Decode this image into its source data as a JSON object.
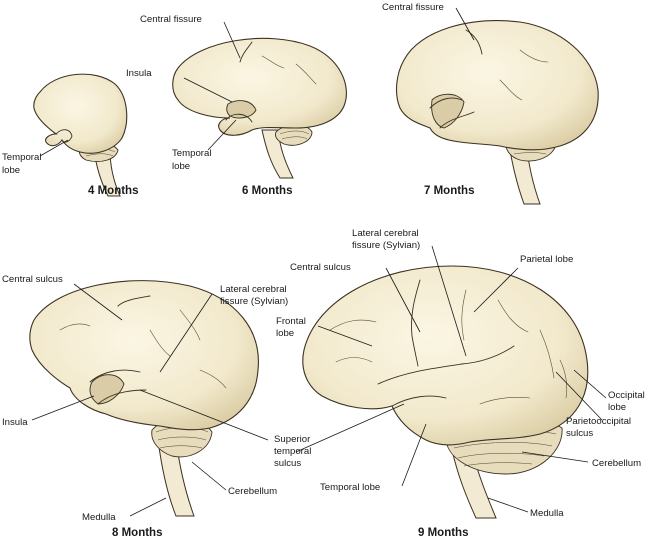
{
  "captions": {
    "m4": "4 Months",
    "m6": "6 Months",
    "m7": "7 Months",
    "m8": "8 Months",
    "m9": "9 Months"
  },
  "labels": {
    "m4_temporal_1": "Temporal",
    "m4_temporal_2": "lobe",
    "m6_central_fissure": "Central fissure",
    "m6_insula": "Insula",
    "m6_temporal_1": "Temporal",
    "m6_temporal_2": "lobe",
    "m7_central_fissure": "Central fissure",
    "m8_central_sulcus": "Central sulcus",
    "m8_lateral_1": "Lateral cerebral",
    "m8_lateral_2": "fissure (Sylvian)",
    "m8_insula": "Insula",
    "m8_medulla": "Medulla",
    "m8_cerebellum": "Cerebellum",
    "m9_lateral_1": "Lateral cerebral",
    "m9_lateral_2": "fissure (Sylvian)",
    "m9_central_sulcus": "Central sulcus",
    "m9_parietal": "Parietal lobe",
    "m9_frontal_1": "Frontal",
    "m9_frontal_2": "lobe",
    "m9_sup_temporal_1": "Superior",
    "m9_sup_temporal_2": "temporal",
    "m9_sup_temporal_3": "sulcus",
    "m9_occipital_1": "Occipital",
    "m9_occipital_2": "lobe",
    "m9_parietooccipital_1": "Parietooccipital",
    "m9_parietooccipital_2": "sulcus",
    "m9_cerebellum": "Cerebellum",
    "m9_temporal": "Temporal lobe",
    "m9_medulla": "Medulla"
  }
}
